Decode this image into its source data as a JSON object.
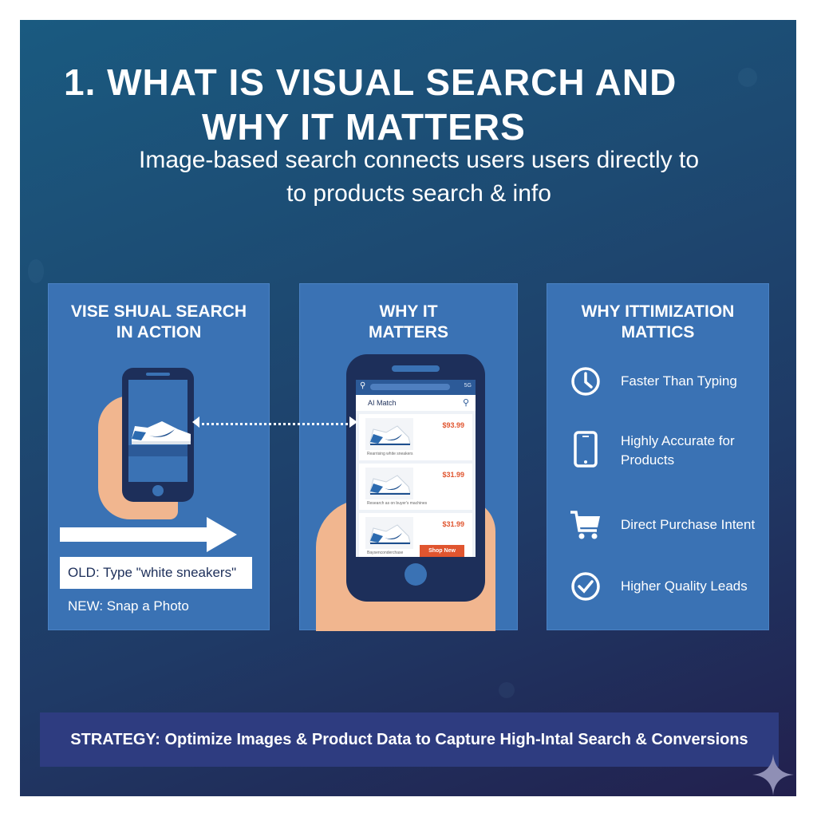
{
  "title": {
    "line1": "1. WHAT IS VISUAL SEARCH AND",
    "line2": "WHY IT MATTERS"
  },
  "subtitle": {
    "line1": "Image-based search connects users users directly to",
    "line2": "to products search & info"
  },
  "cards": [
    {
      "heading_line1": "VISE SHUAL SEARCH",
      "heading_line2": "IN ACTION",
      "old_label": "OLD: Type \"white sneakers\"",
      "new_label": "NEW: Snap a Photo"
    },
    {
      "heading_line1": "WHY IT",
      "heading_line2": "MATTERS",
      "phone": {
        "status": "5G",
        "header_label": "AI Match",
        "items": [
          {
            "price": "$93.99",
            "desc": "Rearrising white sneakers"
          },
          {
            "price": "$31.99",
            "desc": "Research as on buyer's machines"
          },
          {
            "price": "$31.99",
            "desc": "Baysenconderchase",
            "button": "Shop New"
          }
        ]
      }
    },
    {
      "heading_line1": "WHY ITTIMIZATION",
      "heading_line2": "MATTICS",
      "features": [
        {
          "icon": "clock-icon",
          "label": "Faster Than Typing"
        },
        {
          "icon": "smartphone-icon",
          "label": "Highly Accurate for Products"
        },
        {
          "icon": "cart-icon",
          "label": "Direct Purchase Intent"
        },
        {
          "icon": "checkmark-circle-icon",
          "label": "Higher Quality Leads"
        }
      ]
    }
  ],
  "strategy": "STRATEGY: Optimize Images & Product Data to Capture High-Intal Search & Conversions",
  "colors": {
    "card_bg": "#3a72b4",
    "phone_dark": "#1d2f5a",
    "price": "#e0552f",
    "strategy_bg": "#2e3c80"
  }
}
